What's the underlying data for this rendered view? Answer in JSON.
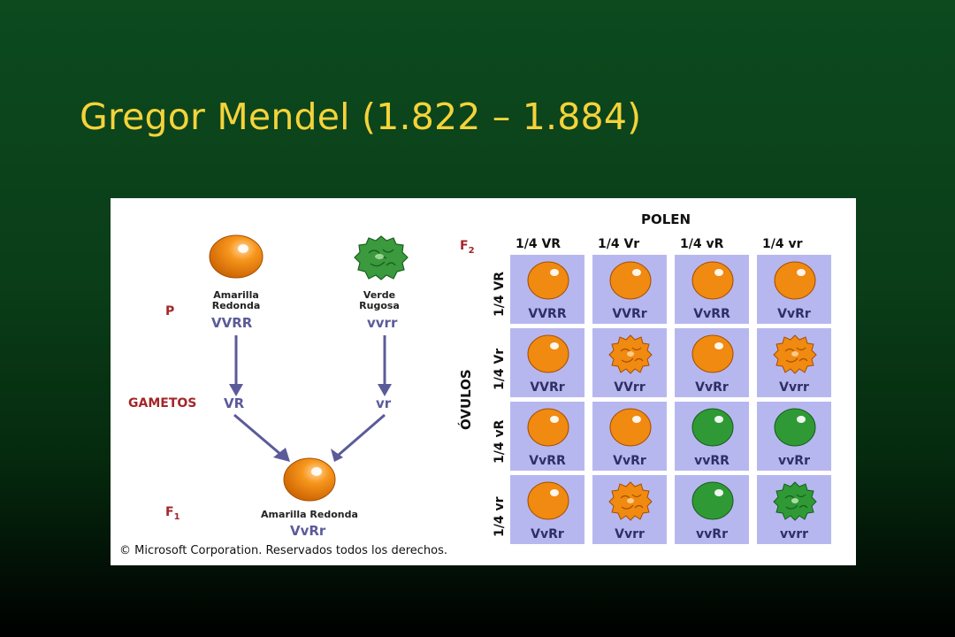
{
  "slide": {
    "title": "Gregor Mendel (1.822 – 1.884)"
  },
  "colors": {
    "title": "#f5d33a",
    "yellow_pea": "#f08a10",
    "green_pea": "#2f9a35",
    "cell_bg": "#b7b7f0",
    "arrow": "#5b5b9a",
    "label_red": "#a3262a"
  },
  "cross": {
    "p_label": "P",
    "parent_yellow": {
      "line1": "Amarilla",
      "line2": "Redonda",
      "genotype": "VVRR",
      "icon": "yellow-round-pea-icon"
    },
    "parent_green": {
      "line1": "Verde",
      "line2": "Rugosa",
      "genotype": "vvrr",
      "icon": "green-wrinkled-pea-icon"
    },
    "gametes_label": "GAMETOS",
    "gamete_dominant": "VR",
    "gamete_recessive": "vr",
    "f1_label": "F",
    "f1_sub": "1",
    "f1_phenotype": "Amarilla Redonda",
    "f1_genotype": "VvRr"
  },
  "punnett": {
    "f2_label": "F",
    "f2_sub": "2",
    "pollen_label": "POLEN",
    "ovules_label": "ÓVULOS",
    "columns": [
      "1/4 VR",
      "1/4 Vr",
      "1/4 vR",
      "1/4 vr"
    ],
    "rows": [
      "1/4 VR",
      "1/4 Vr",
      "1/4 vR",
      "1/4 vr"
    ],
    "cells": [
      [
        {
          "g": "VVRR",
          "c": "yellow",
          "s": "round"
        },
        {
          "g": "VVRr",
          "c": "yellow",
          "s": "round"
        },
        {
          "g": "VvRR",
          "c": "yellow",
          "s": "round"
        },
        {
          "g": "VvRr",
          "c": "yellow",
          "s": "round"
        }
      ],
      [
        {
          "g": "VVRr",
          "c": "yellow",
          "s": "round"
        },
        {
          "g": "VVrr",
          "c": "yellow",
          "s": "wrinkled"
        },
        {
          "g": "VvRr",
          "c": "yellow",
          "s": "round"
        },
        {
          "g": "Vvrr",
          "c": "yellow",
          "s": "wrinkled"
        }
      ],
      [
        {
          "g": "VvRR",
          "c": "yellow",
          "s": "round"
        },
        {
          "g": "VvRr",
          "c": "yellow",
          "s": "round"
        },
        {
          "g": "vvRR",
          "c": "green",
          "s": "round"
        },
        {
          "g": "vvRr",
          "c": "green",
          "s": "round"
        }
      ],
      [
        {
          "g": "VvRr",
          "c": "yellow",
          "s": "round"
        },
        {
          "g": "Vvrr",
          "c": "yellow",
          "s": "wrinkled"
        },
        {
          "g": "vvRr",
          "c": "green",
          "s": "round"
        },
        {
          "g": "vvrr",
          "c": "green",
          "s": "wrinkled"
        }
      ]
    ]
  },
  "copyright": "© Microsoft Corporation. Reservados todos los derechos."
}
